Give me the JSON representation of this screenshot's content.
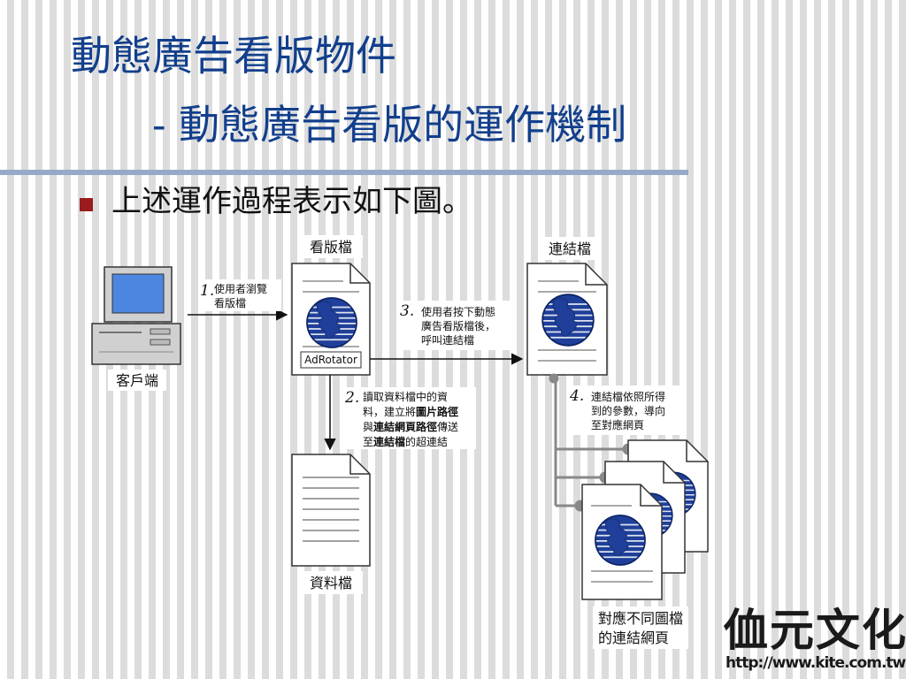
{
  "slide": {
    "title_line1": "動態廣告看版物件",
    "title_line2": "- 動態廣告看版的運作機制",
    "bullet": "上述運作過程表示如下圖。"
  },
  "diagram": {
    "client_label": "客戶端",
    "banner_file_label": "看版檔",
    "link_file_label": "連結檔",
    "data_file_label": "資料檔",
    "adrotator_label": "AdRotator",
    "pages_label_line1": "對應不同圖檔",
    "pages_label_line2": "的連結網頁",
    "step1": {
      "number": "1.",
      "line1": "使用者瀏覽",
      "line2": "看版檔"
    },
    "step2": {
      "number": "2.",
      "line1": "讀取資料檔中的資",
      "line2_a": "料，建立將",
      "line2_b": "圖片路徑",
      "line3_a": "與",
      "line3_b": "連結網頁路徑",
      "line3_c": "傳送",
      "line4_a": "至",
      "line4_b": "連結檔",
      "line4_c": "的超連結"
    },
    "step3": {
      "number": "3.",
      "line1": "使用者按下動態",
      "line2": "廣告看版檔後，",
      "line3": "呼叫連結檔"
    },
    "step4": {
      "number": "4.",
      "line1": "連結檔依照所得",
      "line2": "到的參數，導向",
      "line3": "至對應網頁"
    }
  },
  "logo": {
    "text": "侐元文化",
    "url": "http://www.kite.com.tw"
  },
  "colors": {
    "title": "#123f8c",
    "bullet": "#9b1c1c",
    "globe": "#1f3f9a",
    "connector": "#888888"
  }
}
